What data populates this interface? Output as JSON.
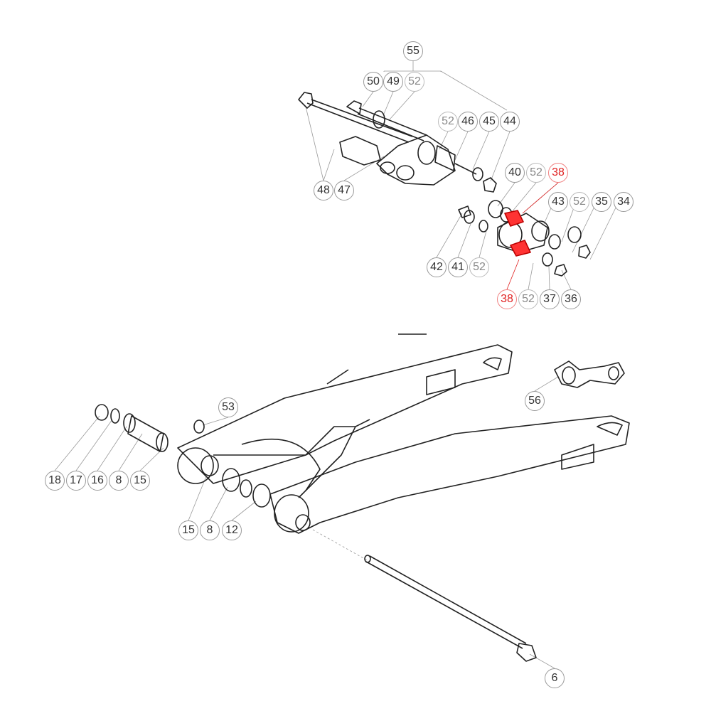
{
  "title": "Swingarm and linkage exploded parts diagram",
  "highlight_color": "#e02020",
  "callouts": [
    "55",
    "50",
    "49",
    "52",
    "52",
    "46",
    "45",
    "44",
    "48",
    "47",
    "40",
    "52",
    "38",
    "43",
    "52",
    "35",
    "34",
    "42",
    "41",
    "52",
    "38",
    "52",
    "37",
    "36",
    "53",
    "56",
    "18",
    "17",
    "16",
    "8",
    "15",
    "15",
    "8",
    "12",
    "6"
  ]
}
